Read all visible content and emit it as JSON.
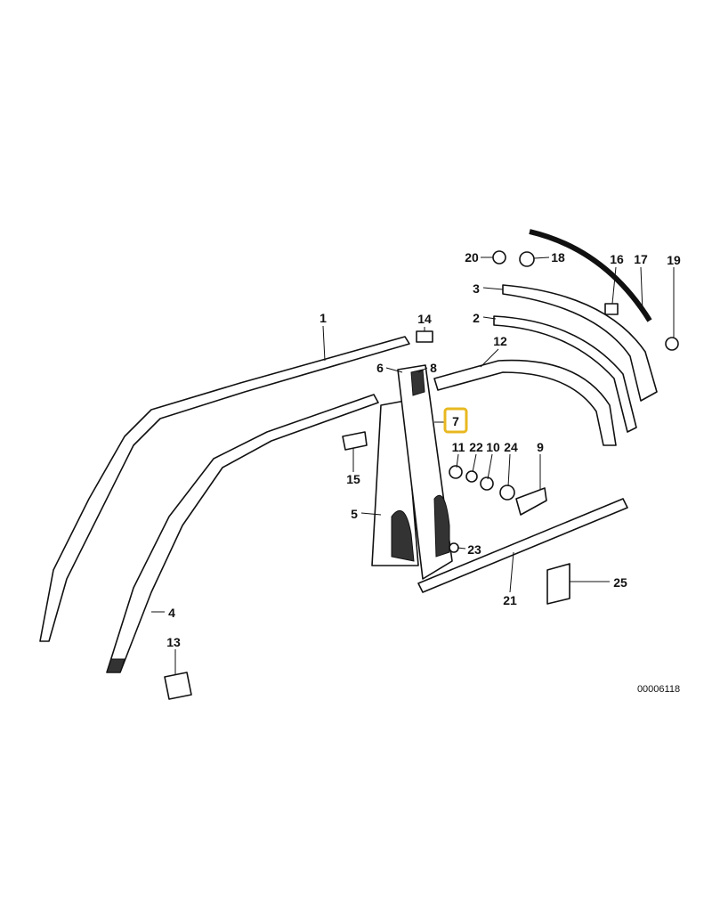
{
  "diagram": {
    "labels": {
      "p1": "1",
      "p2": "2",
      "p3": "3",
      "p4": "4",
      "p5": "5",
      "p6": "6",
      "p7": "7",
      "p8": "8",
      "p9": "9",
      "p10": "10",
      "p11": "11",
      "p12": "12",
      "p13": "13",
      "p14": "14",
      "p15": "15",
      "p16": "16",
      "p17": "17",
      "p18": "18",
      "p19": "19",
      "p20": "20",
      "p21": "21",
      "p22": "22",
      "p23": "23",
      "p24": "24",
      "p25": "25"
    },
    "highlighted_part": "7",
    "highlight_color": "#e8b820",
    "diagram_code": "00006118"
  }
}
